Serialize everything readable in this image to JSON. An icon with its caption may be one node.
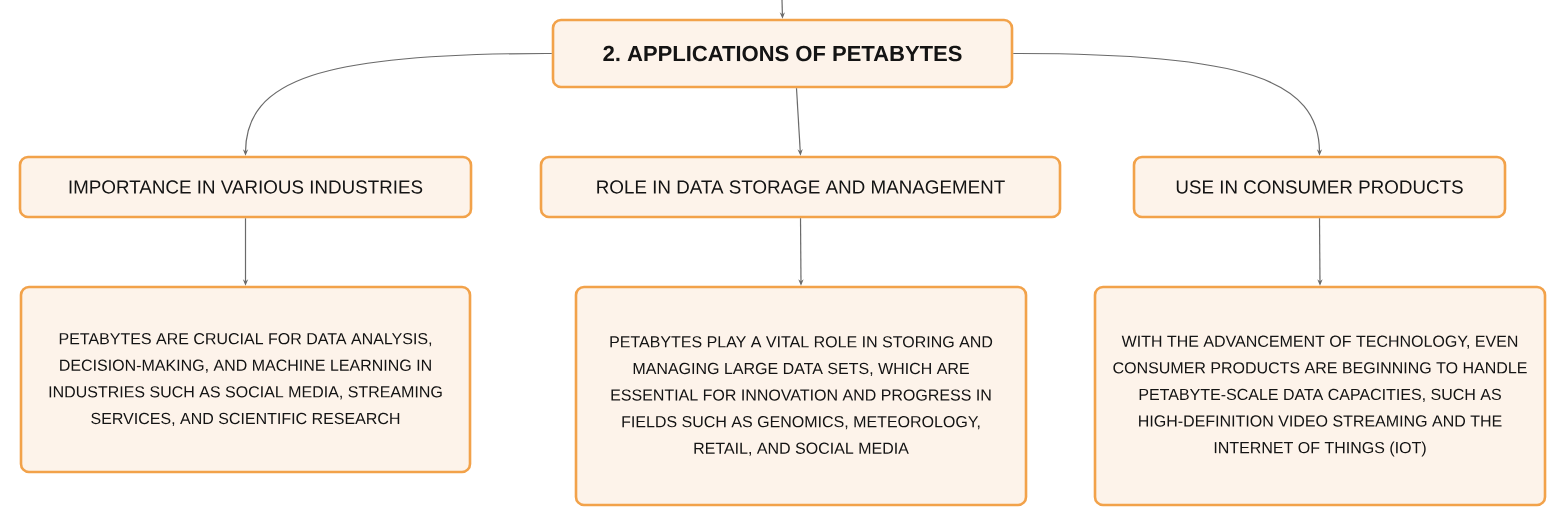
{
  "diagram": {
    "nodes": [
      {
        "text": [
          "2. APPLICATIONS OF PETABYTES"
        ]
      },
      {
        "text": [
          "IMPORTANCE IN VARIOUS INDUSTRIES"
        ]
      },
      {
        "text": [
          "ROLE IN DATA STORAGE AND MANAGEMENT"
        ]
      },
      {
        "text": [
          "USE IN CONSUMER PRODUCTS"
        ]
      },
      {
        "text": [
          "PETABYTES ARE CRUCIAL FOR DATA ANALYSIS, DECISION-MAKING, AND MACHINE LEARNING IN INDUSTRIES SUCH AS SOCIAL MEDIA, STREAMING SERVICES, AND SCIENTIFIC RESEARCH"
        ]
      },
      {
        "text": [
          "PETABYTES PLAY A VITAL ROLE IN STORING AND MANAGING LARGE DATA SETS, WHICH ARE ESSENTIAL FOR INNOVATION AND PROGRESS IN FIELDS SUCH AS GENOMICS, METEOROLOGY, RETAIL, AND SOCIAL MEDIA"
        ]
      },
      {
        "text": [
          "WITH THE ADVANCEMENT OF TECHNOLOGY, EVEN CONSUMER PRODUCTS ARE BEGINNING TO HANDLE PETABYTE-SCALE DATA CAPACITIES, SUCH AS HIGH-DEFINITION VIDEO STREAMING AND THE INTERNET OF THINGS (IOT)"
        ]
      }
    ],
    "edges": [
      {
        "from": null,
        "to": 0,
        "arrow": "to"
      },
      {
        "from": 0,
        "to": 1,
        "arrow": "to"
      },
      {
        "from": 0,
        "to": 2,
        "arrow": "to"
      },
      {
        "from": 0,
        "to": 3,
        "arrow": "to"
      },
      {
        "from": 1,
        "to": 4,
        "arrow": "to"
      },
      {
        "from": 2,
        "to": 5,
        "arrow": "to"
      },
      {
        "from": 3,
        "to": 6,
        "arrow": "to"
      }
    ]
  }
}
